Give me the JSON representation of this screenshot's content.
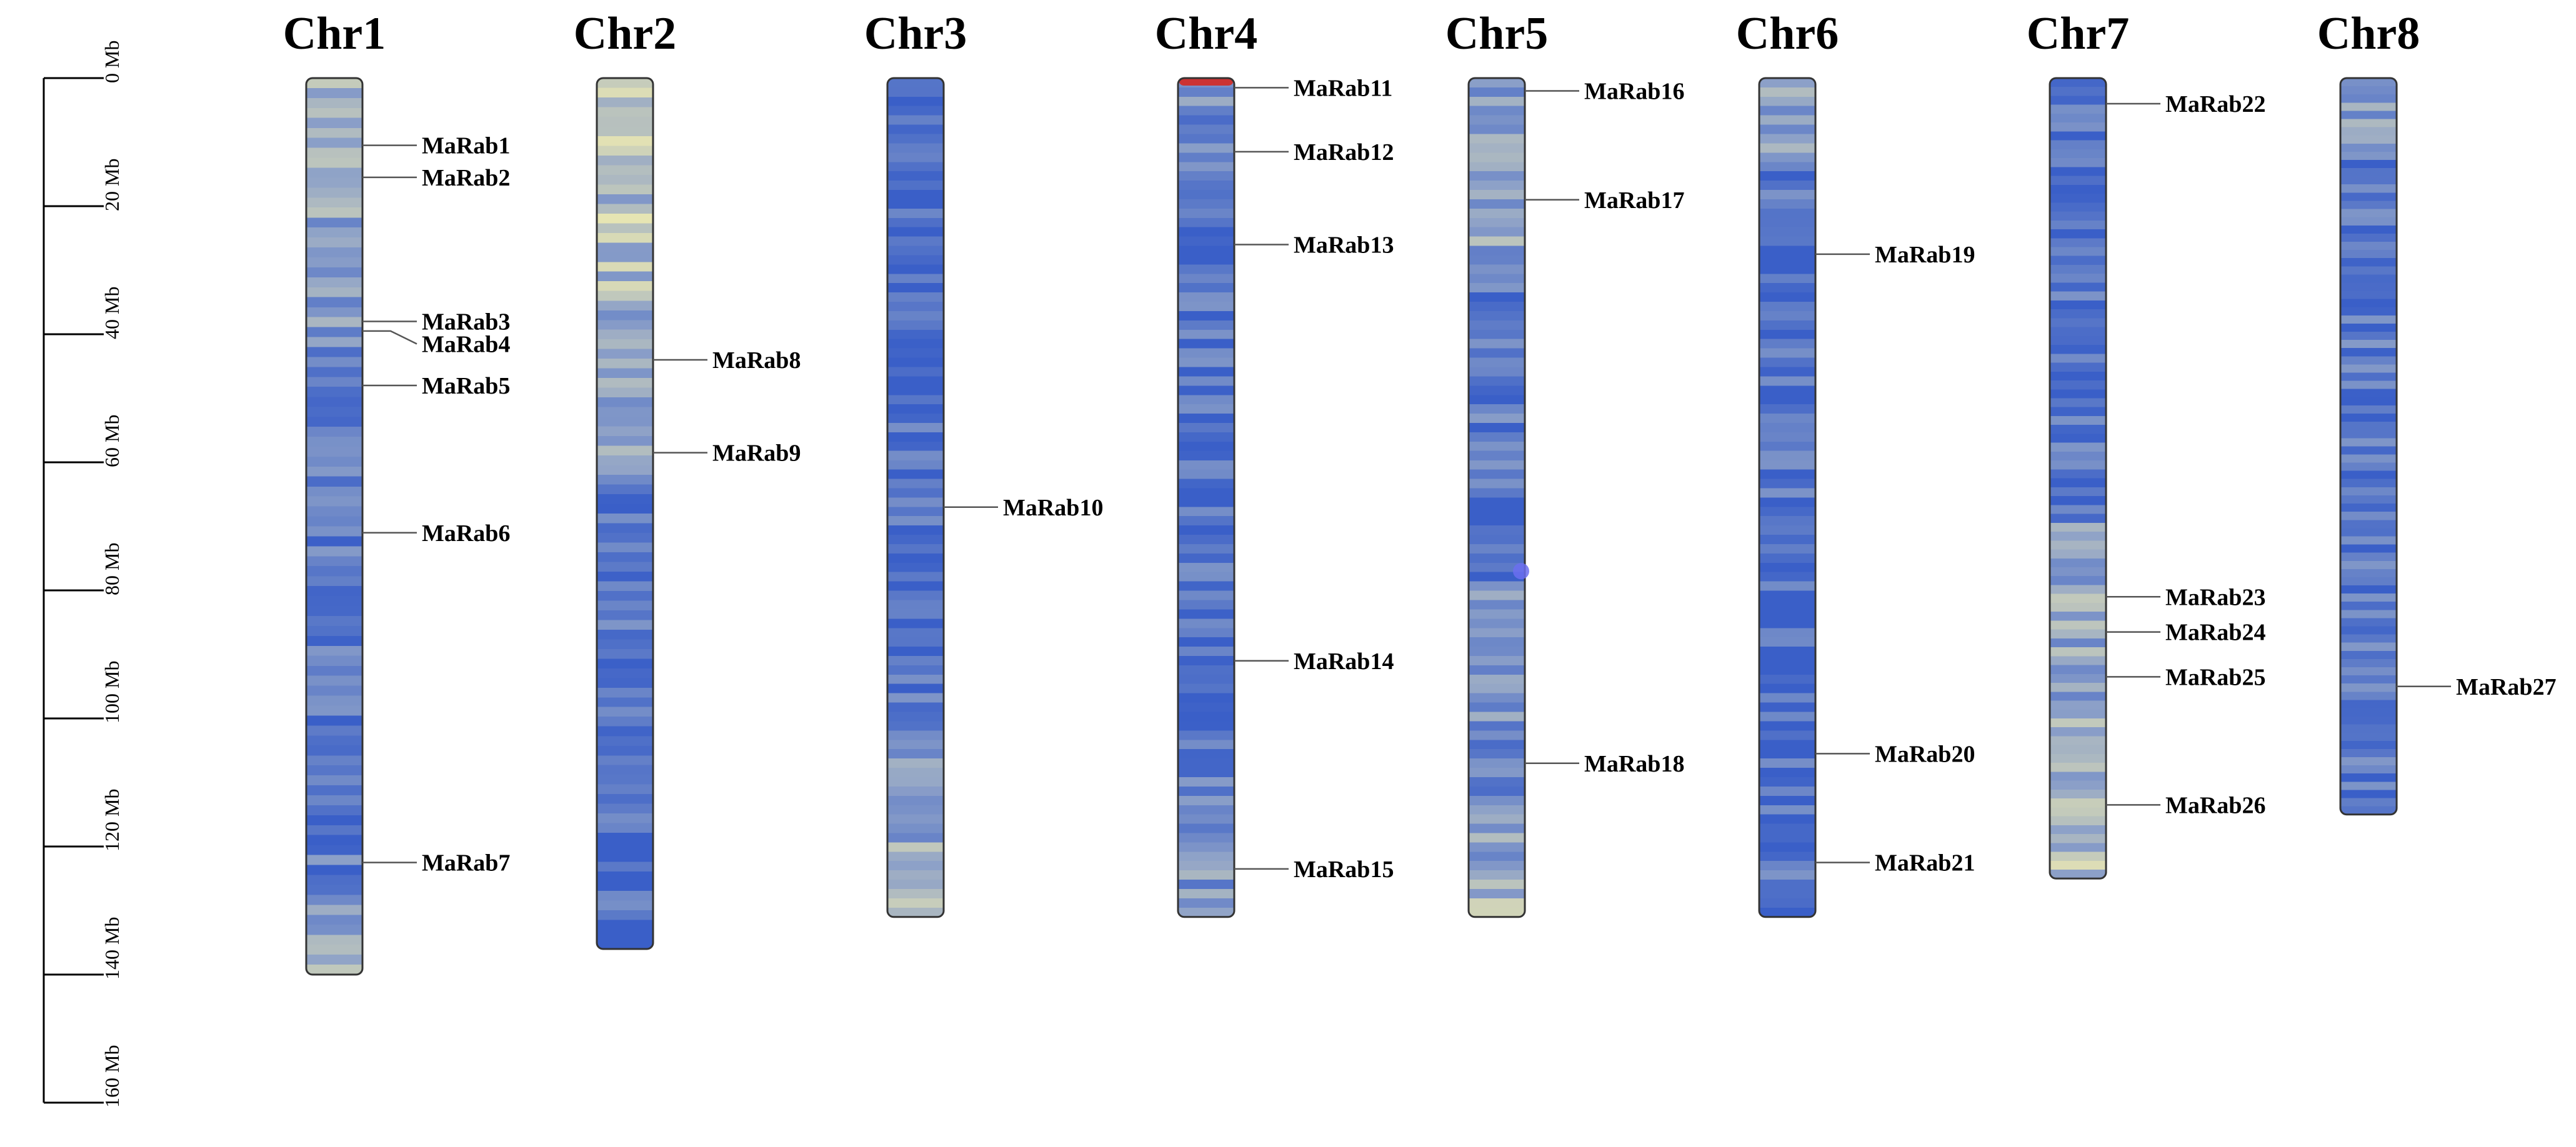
{
  "chart_data": {
    "type": "chromosome-map",
    "scale": {
      "unit": "Mb",
      "ticks": [
        "0 Mb",
        "20 Mb",
        "40 Mb",
        "60 Mb",
        "80 Mb",
        "100 Mb",
        "120 Mb",
        "140 Mb",
        "160 Mb"
      ],
      "tick_values": [
        0,
        20,
        40,
        60,
        80,
        100,
        120,
        140,
        160
      ],
      "range": [
        0,
        160
      ]
    },
    "colors": {
      "high_density": "#3a5fc8",
      "mid_density": "#8ca0c8",
      "low_density": "#ece9b2",
      "highlight": "#cc3333",
      "leader": "#555555",
      "outline": "#333333"
    },
    "chromosomes": [
      {
        "name": "Chr1",
        "length": 140,
        "genes": [
          {
            "name": "MaRab1",
            "pos": 10.5
          },
          {
            "name": "MaRab2",
            "pos": 15.5
          },
          {
            "name": "MaRab3",
            "pos": 38.0
          },
          {
            "name": "MaRab4",
            "pos": 39.5
          },
          {
            "name": "MaRab5",
            "pos": 48.0
          },
          {
            "name": "MaRab6",
            "pos": 71.0
          },
          {
            "name": "MaRab7",
            "pos": 122.5
          }
        ]
      },
      {
        "name": "Chr2",
        "length": 136,
        "genes": [
          {
            "name": "MaRab8",
            "pos": 44.0
          },
          {
            "name": "MaRab9",
            "pos": 58.5
          }
        ]
      },
      {
        "name": "Chr3",
        "length": 131,
        "genes": [
          {
            "name": "MaRab10",
            "pos": 67.0
          }
        ]
      },
      {
        "name": "Chr4",
        "length": 131,
        "genes": [
          {
            "name": "MaRab11",
            "pos": 1.5
          },
          {
            "name": "MaRab12",
            "pos": 11.5
          },
          {
            "name": "MaRab13",
            "pos": 26.0
          },
          {
            "name": "MaRab14",
            "pos": 91.0
          },
          {
            "name": "MaRab15",
            "pos": 123.5
          }
        ]
      },
      {
        "name": "Chr5",
        "length": 131,
        "genes": [
          {
            "name": "MaRab16",
            "pos": 2.0
          },
          {
            "name": "MaRab17",
            "pos": 19.0
          },
          {
            "name": "MaRab18",
            "pos": 107.0
          }
        ]
      },
      {
        "name": "Chr6",
        "length": 131,
        "genes": [
          {
            "name": "MaRab19",
            "pos": 27.5
          },
          {
            "name": "MaRab20",
            "pos": 105.5
          },
          {
            "name": "MaRab21",
            "pos": 122.5
          }
        ]
      },
      {
        "name": "Chr7",
        "length": 125,
        "genes": [
          {
            "name": "MaRab22",
            "pos": 4.0
          },
          {
            "name": "MaRab23",
            "pos": 81.0
          },
          {
            "name": "MaRab24",
            "pos": 86.5
          },
          {
            "name": "MaRab25",
            "pos": 93.5
          },
          {
            "name": "MaRab26",
            "pos": 113.5
          }
        ]
      },
      {
        "name": "Chr8",
        "length": 115,
        "genes": [
          {
            "name": "MaRab27",
            "pos": 95.0
          }
        ]
      }
    ]
  }
}
